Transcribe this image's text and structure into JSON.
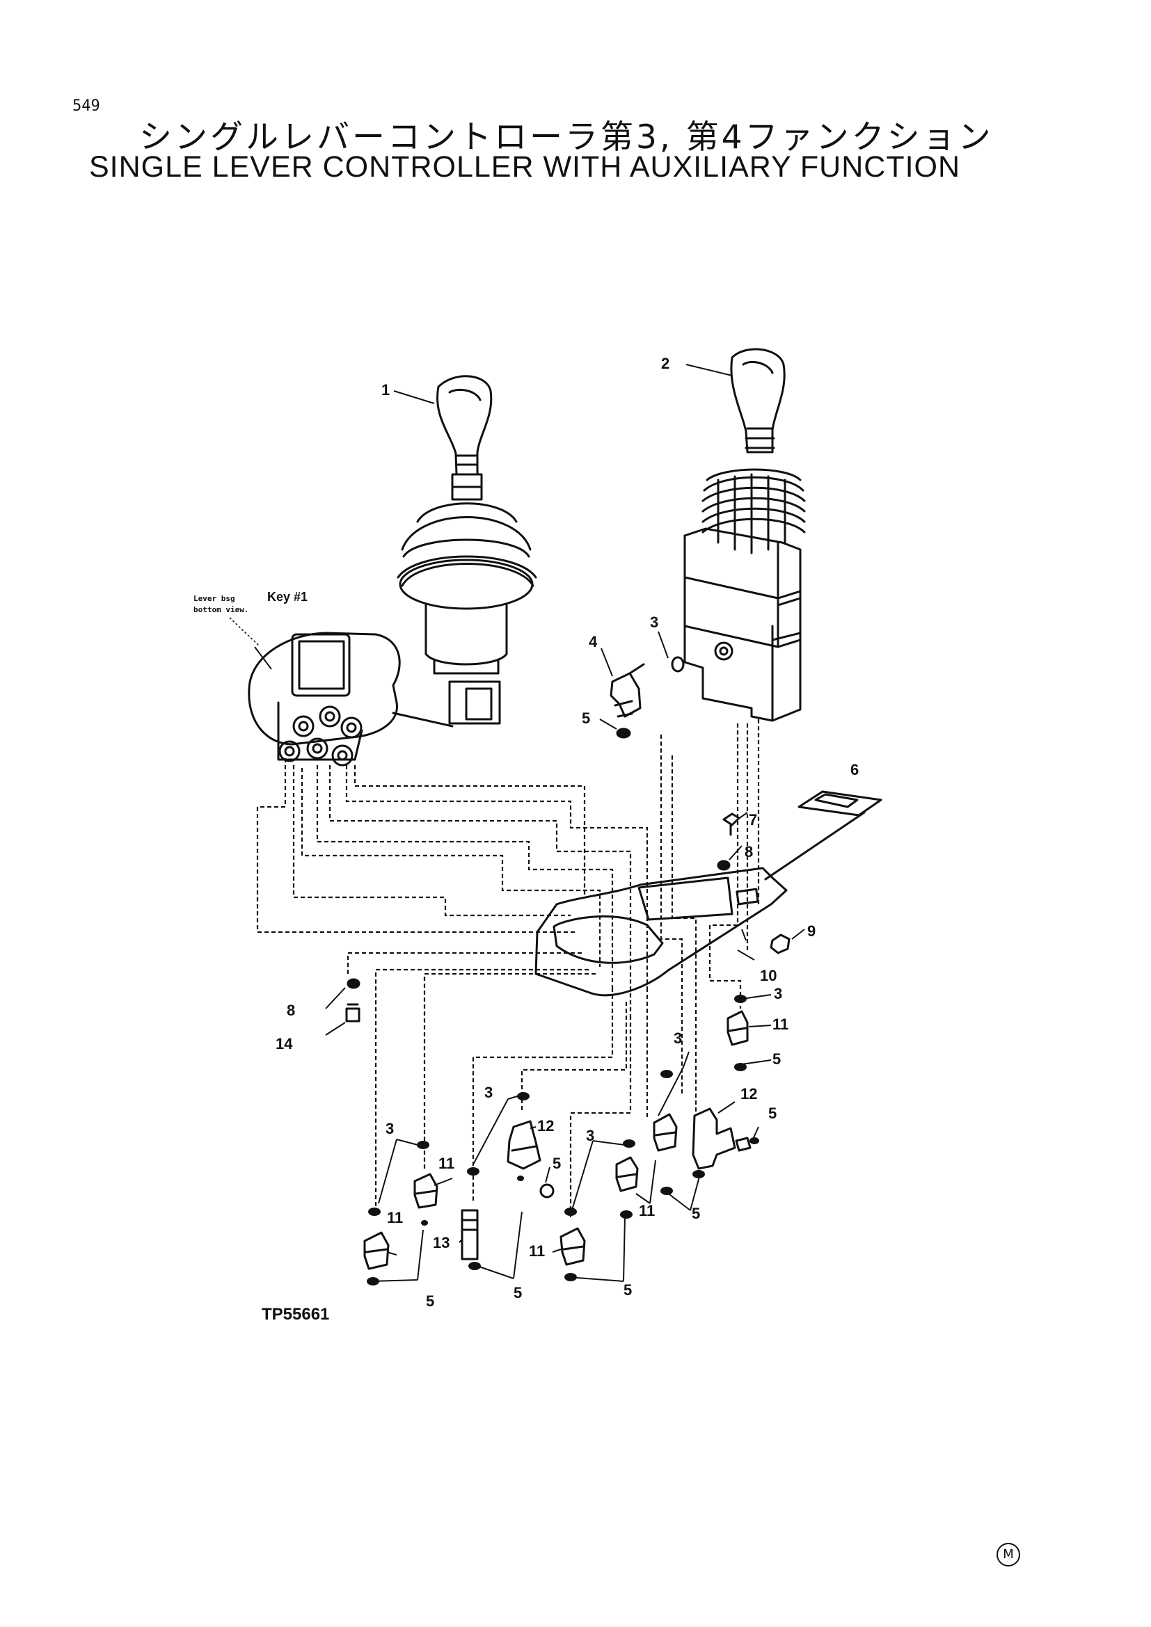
{
  "page_number": "549",
  "title_jp": "シングルレバーコントローラ第3, 第4ファンクション",
  "title_en": "SINGLE LEVER CONTROLLER WITH AUXILIARY FUNCTION",
  "callouts": {
    "c1": "1",
    "c2": "2",
    "c3": "3",
    "c4": "4",
    "c5": "5",
    "c6": "6",
    "c7": "7",
    "c8": "8",
    "c9": "9",
    "c10": "10",
    "c11": "11",
    "c12": "12",
    "c13": "13",
    "c14": "14"
  },
  "detail_note": {
    "line1": "Lever bsg",
    "key": "Key #1",
    "line2": "bottom view."
  },
  "drawing_code": "TP55661",
  "corner_mark": "M"
}
